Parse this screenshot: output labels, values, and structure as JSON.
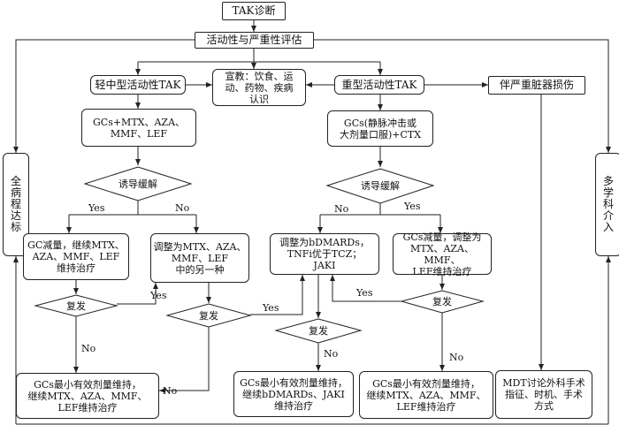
{
  "nodes": {
    "diagnosis": "TAK诊断",
    "assessment": "活动性与严重性评估",
    "mild": "轻中型活动性TAK",
    "education": "宣教：饮食、运\n动、药物、疾病\n认识",
    "severe": "重型活动性TAK",
    "organ": "伴严重脏器损伤",
    "lifelong": "全\n病\n程\n达\n标",
    "mdt": "多\n学\n科\n介\n入",
    "gcs_left": "GCs+MTX、AZA、\nMMF、LEF",
    "gcs_right": "GCs(静脉冲击或\n大剂量口服)+CTX",
    "induce_left": "诱导缓解",
    "induce_right": "诱导缓解",
    "gc_reduce_left": "GC减量，继续MTX、\nAZA、MMF、LEF\n维持治疗",
    "adjust_other": "调整为MTX、AZA、\nMMF、LEF\n中的另一种",
    "adjust_bdmard": "调整为bDMARDs，\nTNFi优于TCZ；\nJAKI",
    "gc_reduce_right": "GCs减量，调整为\nMTX、AZA、MMF、\nLEF维持治疗",
    "relapse_1": "复发",
    "relapse_2": "复发",
    "relapse_3": "复发",
    "relapse_4": "复发",
    "final_left": "GCs最小有效剂量维持，\n继续MTX、AZA、MMF、\nLEF维持治疗",
    "final_mid": "GCs最小有效剂量维持，\n继续bDMARDs、JAKI\n维持治疗",
    "final_right": "GCs最小有效剂量维持，\n继续MTX、AZA、MMF、\nLEF维持治疗",
    "mdt_box": "MDT讨论外科手术\n指征、时机、手术\n方式"
  },
  "labels": {
    "yes_1": "Yes",
    "no_1": "No",
    "yes_2": "Yes",
    "no_2": "No",
    "yes_3": "Yes",
    "no_3": "No",
    "yes_4": "Yes",
    "no_4": "No",
    "yes_5": "Yes",
    "no_5": "No",
    "no_6": "No"
  }
}
